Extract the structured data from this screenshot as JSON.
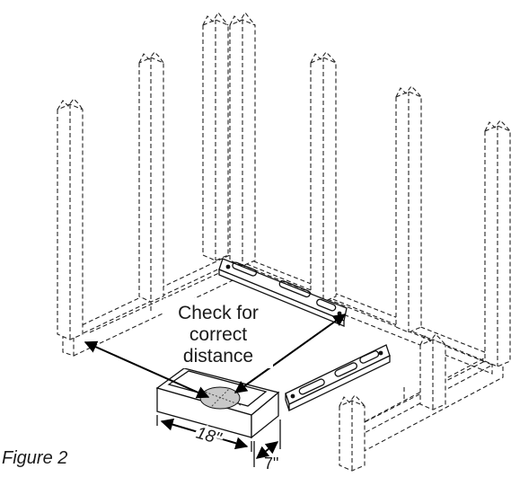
{
  "figure": {
    "caption": "Figure 2",
    "callout": {
      "lines": [
        "Check for",
        "correct",
        "distance"
      ]
    },
    "dimensions": {
      "length": "18\"",
      "width": "7\""
    }
  }
}
